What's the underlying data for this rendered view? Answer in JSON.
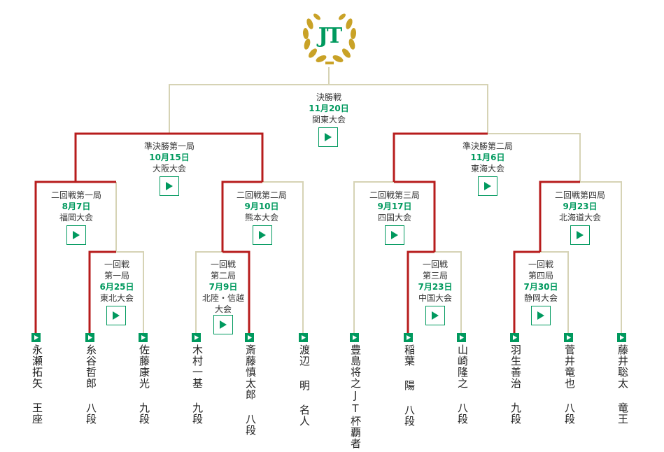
{
  "logo": {
    "text": "JT",
    "icon": "laurel-wreath-icon",
    "colors": {
      "laurel": "#c9a227",
      "letters": "#00995e"
    }
  },
  "colors": {
    "winner_line": "#b71c1c",
    "line": "#d6d3b5",
    "accent": "#00995e"
  },
  "matches": {
    "final": {
      "round": "決勝戦",
      "date": "11月20日",
      "venue": "関東大会"
    },
    "semi1": {
      "round": "準決勝第一局",
      "date": "10月15日",
      "venue": "大阪大会"
    },
    "semi2": {
      "round": "準決勝第二局",
      "date": "11月6日",
      "venue": "東海大会"
    },
    "r2_1": {
      "round": "二回戦第一局",
      "date": "8月7日",
      "venue": "福岡大会"
    },
    "r2_2": {
      "round": "二回戦第二局",
      "date": "9月10日",
      "venue": "熊本大会"
    },
    "r2_3": {
      "round": "二回戦第三局",
      "date": "9月17日",
      "venue": "四国大会"
    },
    "r2_4": {
      "round": "二回戦第四局",
      "date": "9月23日",
      "venue": "北海道大会"
    },
    "r1_1": {
      "round1": "一回戦",
      "round2": "第一局",
      "date": "6月25日",
      "venue": "東北大会"
    },
    "r1_2": {
      "round1": "一回戦",
      "round2": "第二局",
      "date": "7月9日",
      "venue": "北陸・信越",
      "venue2": "大会"
    },
    "r1_3": {
      "round1": "一回戦",
      "round2": "第三局",
      "date": "7月23日",
      "venue": "中国大会"
    },
    "r1_4": {
      "round1": "一回戦",
      "round2": "第四局",
      "date": "7月30日",
      "venue": "静岡大会"
    }
  },
  "players": [
    "永瀬拓矢 王座",
    "糸谷哲郎 八段",
    "佐藤康光 九段",
    "木村一基 九段",
    "斎藤慎太郎 八段",
    "渡辺 明 名人",
    "豊島将之JT杯覇者",
    "稲葉 陽 八段",
    "山崎隆之 八段",
    "羽生善治 九段",
    "菅井竜也 八段",
    "藤井聡太 竜王"
  ],
  "icons": {
    "play": "play-icon"
  }
}
